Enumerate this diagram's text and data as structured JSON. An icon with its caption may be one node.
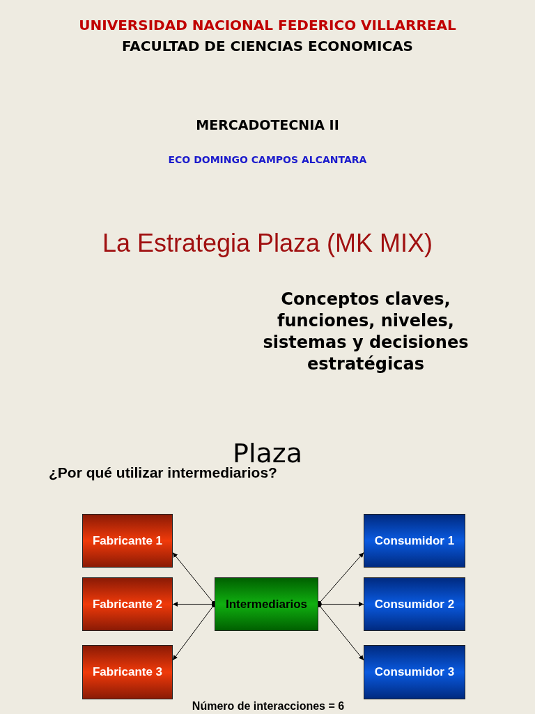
{
  "diagram": {
    "title": "La Estrategia Plaza (MK MIX)",
    "nodes": [
      {
        "text": [
          "Fabricante 1"
        ]
      },
      {
        "text": [
          "Consumidor 1"
        ]
      },
      {
        "text": [
          "Fabricante 2"
        ]
      },
      {
        "text": [
          "Intermediarios"
        ]
      },
      {
        "text": [
          "Consumidor 2"
        ]
      },
      {
        "text": [
          "Fabricante 3"
        ]
      },
      {
        "text": [
          "Consumidor 3"
        ]
      }
    ],
    "edges": [
      {
        "from": 3,
        "to": 0,
        "arrow": "to"
      },
      {
        "from": 3,
        "to": 2,
        "arrow": "to"
      },
      {
        "from": 3,
        "to": 5,
        "arrow": "to"
      },
      {
        "from": 3,
        "to": 1,
        "arrow": "to"
      },
      {
        "from": 3,
        "to": 4,
        "arrow": "to"
      },
      {
        "from": 3,
        "to": 6,
        "arrow": "to"
      }
    ],
    "labels": [
      "UNIVERSIDAD NACIONAL FEDERICO VILLARREAL",
      "FACULTAD DE CIENCIAS ECONOMICAS",
      "MERCADOTECNIA II",
      "ECO DOMINGO CAMPOS ALCANTARA",
      "Conceptos claves, funciones, niveles, sistemas y decisiones estratégicas",
      "Plaza",
      "¿Por qué utilizar intermediarios?",
      "Número de interacciones = 6"
    ]
  }
}
